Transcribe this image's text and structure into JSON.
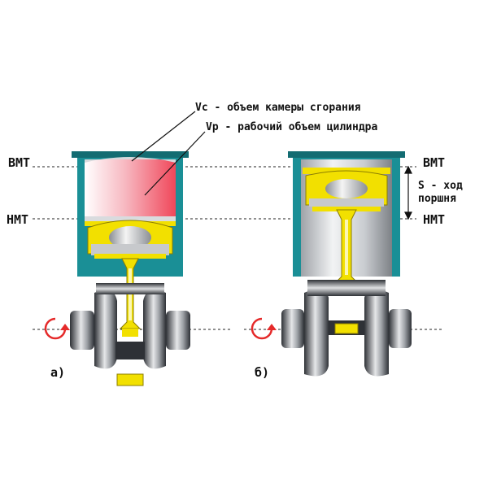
{
  "labels": {
    "vc": "Vc - объем камеры сгорания",
    "vp": "Vp - рабочий объем цилиндра",
    "bmt_left": "ВМТ",
    "nmt_left": "НМТ",
    "bmt_right": "ВМТ",
    "nmt_right": "НМТ",
    "stroke_line1": "S - ход",
    "stroke_line2": "поршня",
    "caption_a": "а)",
    "caption_b": "б)"
  },
  "colors": {
    "cylinder_wall": "#1a8f96",
    "cylinder_fill_light": "#ffe6ea",
    "cylinder_fill_red": "#f04a5c",
    "piston_yellow": "#f2e000",
    "metal_dark": "#3c3f45",
    "metal_light": "#d9dbde"
  },
  "icons": {
    "rotation": "rotation-arrow-icon"
  }
}
